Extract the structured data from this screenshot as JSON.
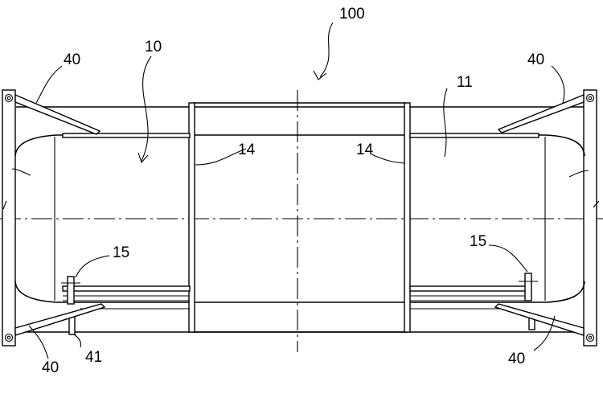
{
  "figure": {
    "reference_numerals": {
      "assembly": "100",
      "vessel": "10",
      "body": "11",
      "flange_left": "14",
      "flange_right": "14",
      "lug_left": "15",
      "lug_right": "15",
      "frame_top_left": "40",
      "frame_top_right": "40",
      "frame_bottom_left": "40",
      "frame_bottom_right": "40",
      "bracket": "41"
    }
  }
}
